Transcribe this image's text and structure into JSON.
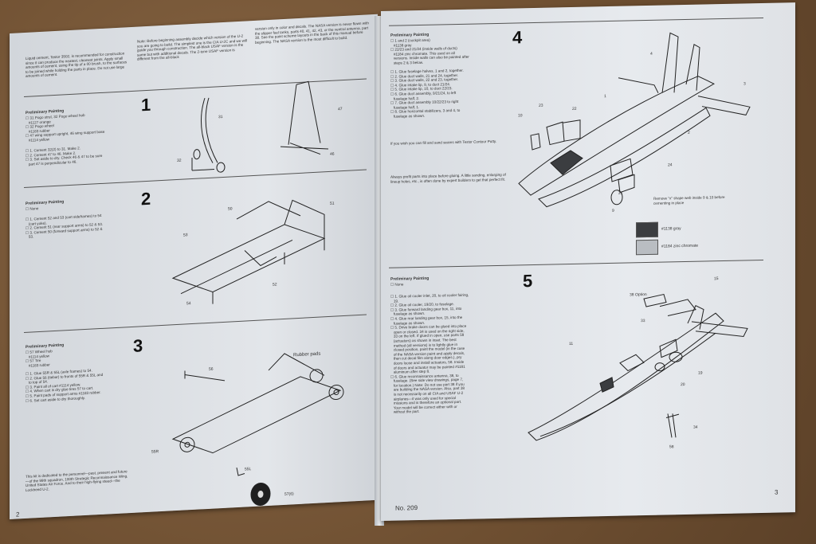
{
  "left_page": {
    "intro_cement": "Liquid cement, Testor 3502, is recommended for construction since it can produce the neatest, cleanest joints. Apply small amounts of cement, using the tip of a 00 brush, to the surfaces to be joined while holding the parts in place. Do not use large amounts of cement.",
    "intro_versions": "Note: Before beginning assembly decide which version of the U-2 you are going to build. The simplest one is the CIA U-2C and we will guide you through construction. The all-black USAF version is the same but with additional decals. The 2-tone USAF version is different from the all-black",
    "intro_nasa": "version only in color and decals. The NASA version is never flown with the slipper fuel tanks, parts 40, 41, 42, 43, or the ventral antenna, part 38. See the paint scheme layouts in the back of this manual before beginning. The NASA version is the most difficult to build.",
    "step1": {
      "number": "1",
      "heading": "Preliminary Painting",
      "paint": [
        "☐ 31 Pogo strut, 32 Pogo wheel hub",
        "   #1127 orange",
        "☐ 32 Pogo wheel",
        "   #1183 rubber",
        "☐ 47 wing support upright, 46 wing support base",
        "   #1114 yellow"
      ],
      "instructions": [
        "☐ 1. Cement 32(2) to 31. Make 2.",
        "☐ 2. Cement 47 to 46. Make 2.",
        "☐ 3. Set aside to dry. Check 46 & 47 to be sure",
        "   part 47 is perpendicular to 46."
      ],
      "callouts": [
        "31",
        "32",
        "47",
        "46"
      ]
    },
    "step2": {
      "number": "2",
      "heading": "Preliminary Painting",
      "paint": [
        "☐ None"
      ],
      "instructions": [
        "☐ 1. Cement 52 and 53 (cart sideframes) to 54",
        "   (cart yoke).",
        "☐ 2. Cement 51 (rear support arms) to 52 & 53.",
        "☐ 3. Cement 50 (forward support arms) to 52 &",
        "   53."
      ],
      "callouts": [
        "50",
        "51",
        "53",
        "52",
        "54"
      ]
    },
    "step3": {
      "number": "3",
      "heading": "Preliminary Painting",
      "paint": [
        "☐ 57 Wheel hub",
        "   #1114 yellow",
        "☐ 57 Tire",
        "   #1183 rubber"
      ],
      "instructions": [
        "☐ 1. Glue 55R & 55L (axle frames) to 54.",
        "☐ 2. Glue 56 (tiebar) to fronts of 55R & 55L and",
        "   to top of 54.",
        "☐ 3. Paint all of cart #1114 yellow.",
        "☐ 4. When cart is dry glue tires 57 to cart.",
        "☐ 5. Paint pads of support arms #1183 rubber.",
        "☐ 6. Set cart aside to dry thoroughly."
      ],
      "callouts": [
        "56",
        "Rubber pads",
        "55R",
        "55L",
        "57(6)"
      ]
    },
    "dedication": "This kit is dedicated to the personnel—past, present and future—of the 99th squadron, 100th Strategic Reconnaissance Wing, United States Air Force. And to their high-flying steed—the Lockheed U-2.",
    "page_number": "2"
  },
  "right_page": {
    "step4": {
      "number": "4",
      "heading": "Preliminary Painting",
      "paint": [
        "☐ 1 and 2 (cockpit area)",
        "   #1138 gray",
        "☐ 22/23 and 21/24 (inside walls of ducts)",
        "   #1184 zinc chromate. This used on all",
        "   versions. Inside walls can also be painted after",
        "   steps 2 & 3 below."
      ],
      "instructions": [
        "☐ 1. Glue fuselage halves, 1 and 2, together.",
        "☐ 2. Glue duct walls, 21 and 24, together.",
        "☐ 3. Glue duct walls, 22 and 23, together.",
        "☐ 4. Glue intake lip, 9, to duct 21/24.",
        "☐ 5. Glue intake lip, 10, to duct 22/23.",
        "☐ 6. Glue duct assembly, 9/21/24, to left",
        "   fuselage half, 2.",
        "☐ 7. Glue duct assembly 10/22/23 to right",
        "   fuselage half, 1.",
        "☐ 8. Glue horizontal stabilizers, 3 and 4, to",
        "   fuselage as shown."
      ],
      "putty_note": "If you wish you can fill and sand seams with Testor Contour Putty.",
      "prefit_note": "Always prefit parts into place before gluing. A little sanding, enlarging of lineup holes, etc., is often done by expert builders to get that perfect fit.",
      "web_note": "Remove \"x\" shape web inside 9 & 10 before cementing in place",
      "legend": [
        {
          "label": "#1138 gray",
          "color": "#3b3d40"
        },
        {
          "label": "#1184 zinc chromate",
          "color": "#b9bdc2"
        }
      ],
      "callouts": [
        "4",
        "3",
        "1",
        "2",
        "23",
        "22",
        "10",
        "24",
        "21",
        "9"
      ]
    },
    "step5": {
      "number": "5",
      "heading": "Preliminary Painting",
      "paint": [
        "☐ None"
      ],
      "instructions": [
        "☐ 1. Glue oil cooler inlet, 20, to oil cooler fairing,",
        "   19.",
        "☐ 2. Glue oil cooler, 19/20, to fuselage.",
        "☐ 3. Glue forward landing gear box, 11, into",
        "   fuselage as shown.",
        "☐ 4. Glue rear landing gear box, 15, into the",
        "   fuselage as shown.",
        "☐ 5. Drive brake doors can be glued into place",
        "   open or closed. 34 is used on the right side,",
        "   33 on the left. If glued in open, use parts 58",
        "   (actuators) as shown in inset. The best",
        "   method (all versions) is to lightly glue in",
        "   closed position, paint the model (in the case",
        "   of the NASA version paint and apply decals,",
        "   then cut decal film along door edges.), pry",
        "   doors loose and install actuators, 58. Inside",
        "   of doors and actuator may be painted #1181",
        "   aluminum after step 8.",
        "☐ 6. Glue reconnaissance antenna, 38, to",
        "   fuselage. (See side view drawings, page 7,",
        "   for location.) Note: Do not use part 38 if you",
        "   are building the NASA version. Also, part 38",
        "   is not necessarily on all CIA and USAF U-2",
        "   airplanes—it was only used for special",
        "   missions and is therefore an optional part.",
        "   Your model will be correct either with or",
        "   without the part."
      ],
      "callouts": [
        "15",
        "38 Option",
        "33",
        "11",
        "19",
        "20",
        "34",
        "58"
      ]
    },
    "kit_number": "No. 209",
    "page_number": "3"
  }
}
